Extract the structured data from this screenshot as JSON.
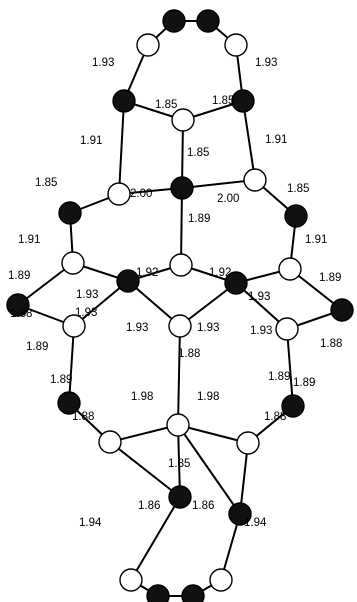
{
  "colors": {
    "black_atom": "#111111",
    "white_atom": "#ffffff",
    "bond": "#000000"
  },
  "atoms": [
    {
      "id": "t1",
      "type": "white"
    },
    {
      "id": "t2",
      "type": "black"
    },
    {
      "id": "t3",
      "type": "black"
    },
    {
      "id": "t4",
      "type": "white"
    },
    {
      "id": "a1",
      "type": "black"
    },
    {
      "id": "a2",
      "type": "white"
    },
    {
      "id": "a3",
      "type": "black"
    },
    {
      "id": "b1",
      "type": "white"
    },
    {
      "id": "b2",
      "type": "black"
    },
    {
      "id": "b3",
      "type": "white"
    },
    {
      "id": "c1",
      "type": "black"
    },
    {
      "id": "c2",
      "type": "black"
    },
    {
      "id": "d1",
      "type": "white"
    },
    {
      "id": "d2",
      "type": "white"
    },
    {
      "id": "d3",
      "type": "white"
    },
    {
      "id": "e1",
      "type": "black"
    },
    {
      "id": "e2",
      "type": "black"
    },
    {
      "id": "e3",
      "type": "white"
    },
    {
      "id": "e4",
      "type": "black"
    },
    {
      "id": "e5",
      "type": "white"
    },
    {
      "id": "e6",
      "type": "black"
    },
    {
      "id": "f1",
      "type": "black"
    },
    {
      "id": "f2",
      "type": "black"
    },
    {
      "id": "g1",
      "type": "white"
    },
    {
      "id": "g2",
      "type": "black"
    },
    {
      "id": "g3",
      "type": "white"
    },
    {
      "id": "h2",
      "type": "white"
    },
    {
      "id": "i1",
      "type": "black"
    },
    {
      "id": "i2",
      "type": "black"
    },
    {
      "id": "j1",
      "type": "white"
    },
    {
      "id": "j2",
      "type": "black"
    },
    {
      "id": "j3",
      "type": "black"
    },
    {
      "id": "j4",
      "type": "white"
    }
  ],
  "bonds": [
    [
      "t1",
      "t2"
    ],
    [
      "t2",
      "t3"
    ],
    [
      "t3",
      "t4"
    ],
    [
      "t1",
      "a1"
    ],
    [
      "t4",
      "a3"
    ],
    [
      "a1",
      "a2"
    ],
    [
      "a2",
      "a3"
    ],
    [
      "a2",
      "b2"
    ],
    [
      "a1",
      "b1"
    ],
    [
      "a3",
      "b3"
    ],
    [
      "b1",
      "b2"
    ],
    [
      "b2",
      "b3"
    ],
    [
      "b1",
      "c1"
    ],
    [
      "b3",
      "c2"
    ],
    [
      "c1",
      "d1"
    ],
    [
      "c2",
      "d3"
    ],
    [
      "b2",
      "d2"
    ],
    [
      "d1",
      "e2"
    ],
    [
      "d2",
      "e2"
    ],
    [
      "d2",
      "e4"
    ],
    [
      "d3",
      "e4"
    ],
    [
      "d1",
      "e1"
    ],
    [
      "e1",
      "e3"
    ],
    [
      "e3",
      "e2"
    ],
    [
      "d3",
      "e6"
    ],
    [
      "e6",
      "e5"
    ],
    [
      "e5",
      "e4"
    ],
    [
      "e3",
      "f1"
    ],
    [
      "e5",
      "f2"
    ],
    [
      "e2",
      "g3"
    ],
    [
      "g3",
      "e4"
    ],
    [
      "g3",
      "h2"
    ],
    [
      "f1",
      "g1"
    ],
    [
      "f2",
      "g3x"
    ],
    [
      "g1",
      "h2"
    ],
    [
      "h2",
      "g3b"
    ],
    [
      "g1",
      "i1"
    ],
    [
      "h2",
      "i1"
    ],
    [
      "h2",
      "i2"
    ],
    [
      "i1",
      "j1"
    ],
    [
      "i2",
      "j4"
    ],
    [
      "j1",
      "j2"
    ],
    [
      "j2",
      "j3"
    ],
    [
      "j3",
      "j4"
    ]
  ],
  "labels": [
    "1.93",
    "1.93",
    "1.85",
    "1.85",
    "1.91",
    "1.85",
    "1.91",
    "2.00",
    "2.00",
    "1.85",
    "1.89",
    "1.85",
    "1.91",
    "1.91",
    "1.89",
    "1.92",
    "1.92",
    "1.89",
    "1.93",
    "1.93",
    "1.93",
    "1.93",
    "1.88",
    "1.93",
    "1.93",
    "1.88",
    "1.89",
    "1.88",
    "1.89",
    "1.89",
    "1.98",
    "1.98",
    "1.89",
    "1.88",
    "1.85",
    "1.88",
    "1.86",
    "1.86",
    "1.94",
    "1.94"
  ]
}
